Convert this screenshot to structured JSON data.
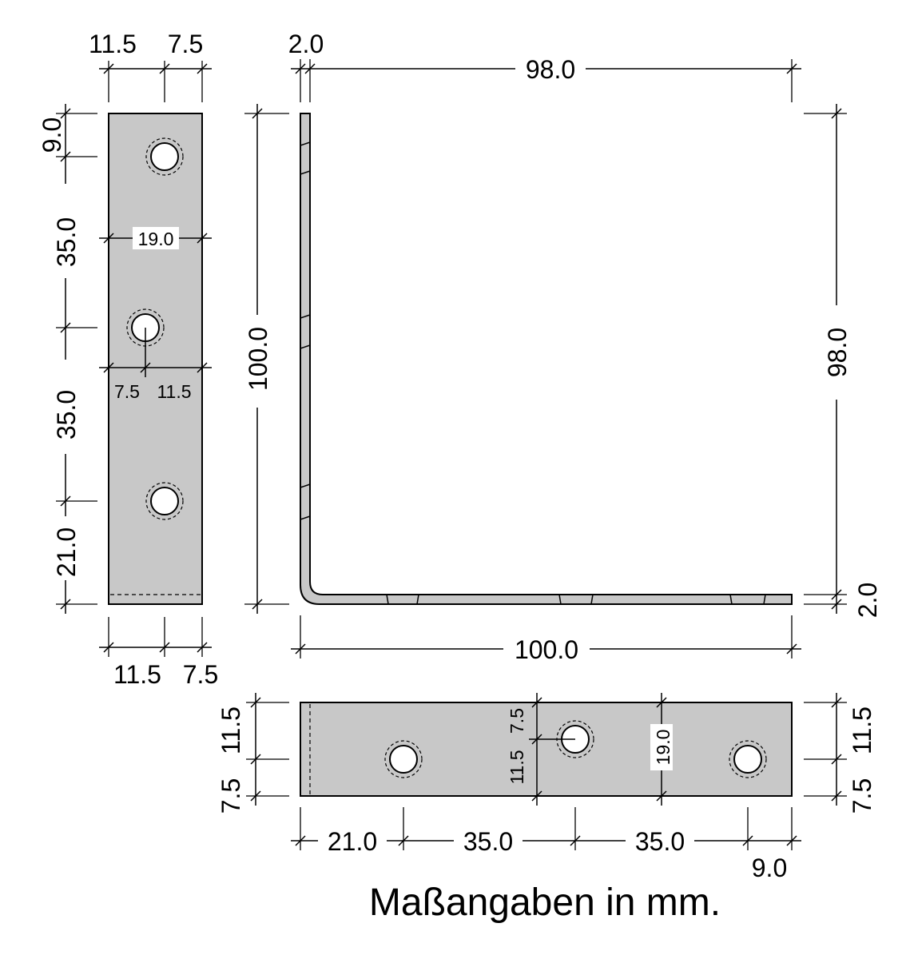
{
  "caption": "Maßangaben in mm.",
  "left_view": {
    "top_dims": [
      "11.5",
      "7.5"
    ],
    "bottom_dims": [
      "11.5",
      "7.5"
    ],
    "vertical_dims": [
      "9.0",
      "35.0",
      "35.0",
      "21.0"
    ],
    "inner_width": "19.0",
    "hole_offsets": [
      "7.5",
      "11.5"
    ]
  },
  "side_view": {
    "thickness_top": "2.0",
    "top_length": "98.0",
    "left_height": "100.0",
    "right_height": "98.0",
    "right_thickness": "2.0",
    "bottom_length": "100.0"
  },
  "bottom_view": {
    "left_dims": [
      "11.5",
      "7.5"
    ],
    "right_dims": [
      "11.5",
      "7.5"
    ],
    "bottom_dims": [
      "21.0",
      "35.0",
      "35.0",
      "9.0"
    ],
    "inner_height": "19.0",
    "hole_offsets": [
      "7.5",
      "11.5"
    ]
  },
  "colors": {
    "plate": "#c8c8c8",
    "line": "#000000",
    "background": "#ffffff"
  }
}
